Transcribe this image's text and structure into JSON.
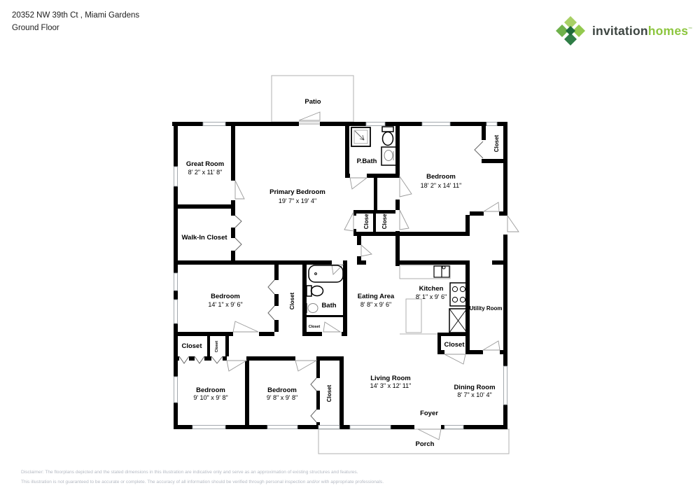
{
  "header": {
    "address": "20352 NW 39th Ct , Miami Gardens",
    "floor": "Ground Floor"
  },
  "logo": {
    "wordmark_primary": "invitation",
    "wordmark_secondary": "homes",
    "trademark": "™",
    "color_dark": "#3d4541",
    "color_green": "#8dc63f",
    "diamond_colors": [
      "#a8d065",
      "#6fb14b",
      "#93c94f",
      "#2f7d46",
      "#1f6b3c"
    ]
  },
  "floorplan": {
    "labels": {
      "patio": "Patio",
      "porch": "Porch",
      "foyer": "Foyer",
      "closet": "Closet",
      "walk_in_closet": "Walk-In Closet",
      "utility_room": "Utility Room"
    },
    "rooms": {
      "great_room": {
        "name": "Great Room",
        "dims": "8' 2\" x 11' 8\""
      },
      "primary_bedroom": {
        "name": "Primary Bedroom",
        "dims": "19' 7\" x 19' 4\""
      },
      "p_bath": {
        "name": "P.Bath"
      },
      "bedroom_tr": {
        "name": "Bedroom",
        "dims": "18' 2\" x 14' 11\""
      },
      "bedroom_ml": {
        "name": "Bedroom",
        "dims": "14' 1\" x 9' 6\""
      },
      "bath": {
        "name": "Bath"
      },
      "eating_area": {
        "name": "Eating Area",
        "dims": "8' 8\" x 9' 6\""
      },
      "kitchen": {
        "name": "Kitchen",
        "dims": "8' 1\" x 9' 6\""
      },
      "bedroom_bl": {
        "name": "Bedroom",
        "dims": "9' 10\" x 9' 8\""
      },
      "bedroom_bm": {
        "name": "Bedroom",
        "dims": "9' 8\" x 9' 8\""
      },
      "living_room": {
        "name": "Living Room",
        "dims": "14' 3\" x 12' 11\""
      },
      "dining_room": {
        "name": "Dining Room",
        "dims": "8' 7\" x 10' 4\""
      }
    }
  },
  "footer": {
    "disclaimer_line1": "Disclaimer: The floorplans depicted and the stated dimensions in this illustration are indicative only and serve as an approximation of existing structures and features.",
    "disclaimer_line2": "This illustration is not guaranteed to be accurate or complete. The accuracy of all information should be verified through personal inspection and/or with appropriate professionals."
  }
}
